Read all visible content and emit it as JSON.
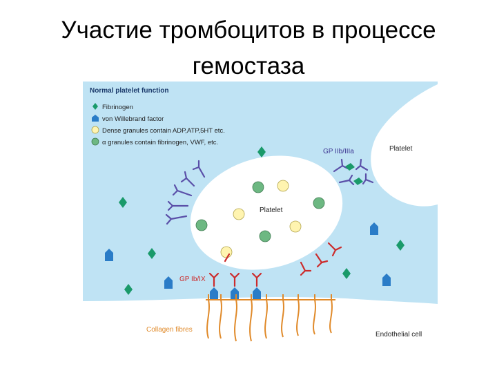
{
  "title": {
    "line1": "Участие тромбоцитов в процессе",
    "line2": "гемостаза"
  },
  "legend": {
    "heading": "Normal platelet function",
    "items": [
      {
        "icon": "fibrinogen-diamond-icon",
        "color": "#1a9a6a",
        "label": "Fibrinogen"
      },
      {
        "icon": "vwf-house-icon",
        "color": "#2a7cc7",
        "label": "von Willebrand factor"
      },
      {
        "icon": "dense-granule-icon",
        "color": "#fff4b0",
        "label": "Dense granules contain ADP,ATP,5HT etc."
      },
      {
        "icon": "alpha-granule-icon",
        "color": "#6db882",
        "label": "α granules contain fibrinogen, VWF, etc."
      }
    ]
  },
  "labels": {
    "platelet_main": "Platelet",
    "platelet_secondary": "Platelet",
    "gp_iib_iiia": "GP IIb/IIIa",
    "gp_ib_ix": "GP Ib/IX",
    "collagen": "Collagen fibres",
    "endothelial": "Endothelial cell"
  },
  "colors": {
    "plasma": "#bfe3f4",
    "cell": "#ffffff",
    "receptor_iib": "#5a4fa8",
    "receptor_ib": "#cc2b2b",
    "collagen": "#e08a2a",
    "fibrinogen": "#1a9a6a",
    "vwf": "#2a7cc7",
    "dense_granule": "#fff4b0",
    "alpha_granule": "#6db882"
  }
}
